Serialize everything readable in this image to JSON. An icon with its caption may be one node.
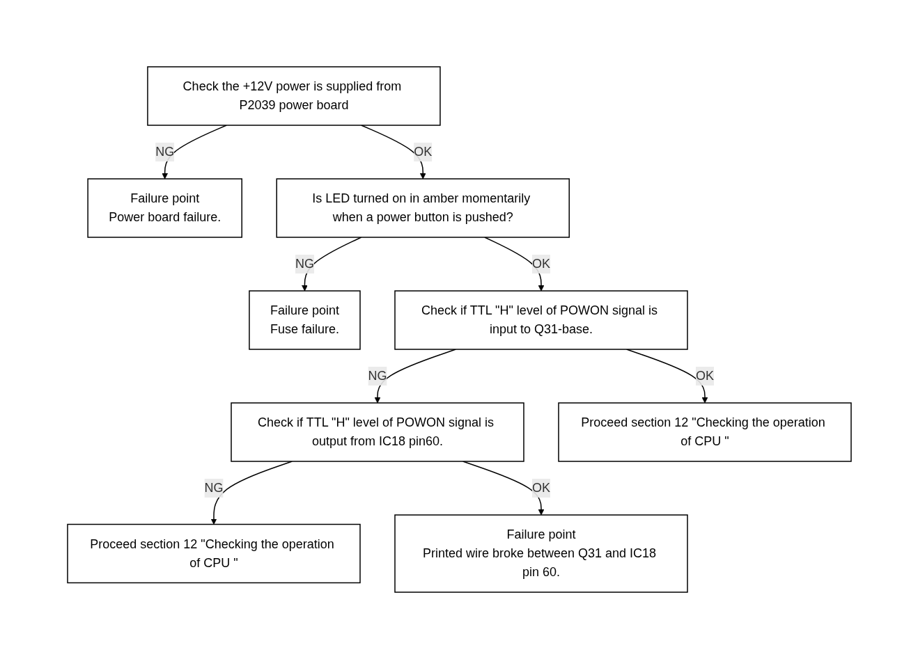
{
  "diagram": {
    "nodes": [
      {
        "text": [
          "Check the +12V power is supplied from P2039 power board"
        ]
      },
      {
        "text": [
          "Failure point",
          "Power board failure."
        ]
      },
      {
        "text": [
          "Is LED turned on in amber momentarily when a power button is pushed?"
        ]
      },
      {
        "text": [
          "Failure point",
          "Fuse failure."
        ]
      },
      {
        "text": [
          "Check if TTL \"H\" level of POWON signal is input to Q31-base."
        ]
      },
      {
        "text": [
          "Check if TTL \"H\" level of POWON signal is output from IC18 pin60."
        ]
      },
      {
        "text": [
          "Proceed section 12 \"Checking the operation of CPU \""
        ]
      },
      {
        "text": [
          "Proceed section 12 \"Checking the operation of CPU \""
        ]
      },
      {
        "text": [
          "Failure point",
          "Printed wire broke between Q31 and IC18 pin 60."
        ]
      }
    ],
    "edges": [
      {
        "from": 0,
        "to": 1,
        "arrow": "to",
        "label": "NG"
      },
      {
        "from": 0,
        "to": 2,
        "arrow": "to",
        "label": "OK"
      },
      {
        "from": 2,
        "to": 3,
        "arrow": "to",
        "label": "NG"
      },
      {
        "from": 2,
        "to": 4,
        "arrow": "to",
        "label": "OK"
      },
      {
        "from": 4,
        "to": 5,
        "arrow": "to",
        "label": "NG"
      },
      {
        "from": 4,
        "to": 6,
        "arrow": "to",
        "label": "OK"
      },
      {
        "from": 5,
        "to": 7,
        "arrow": "to",
        "label": "NG"
      },
      {
        "from": 5,
        "to": 8,
        "arrow": "to",
        "label": "OK"
      }
    ]
  }
}
